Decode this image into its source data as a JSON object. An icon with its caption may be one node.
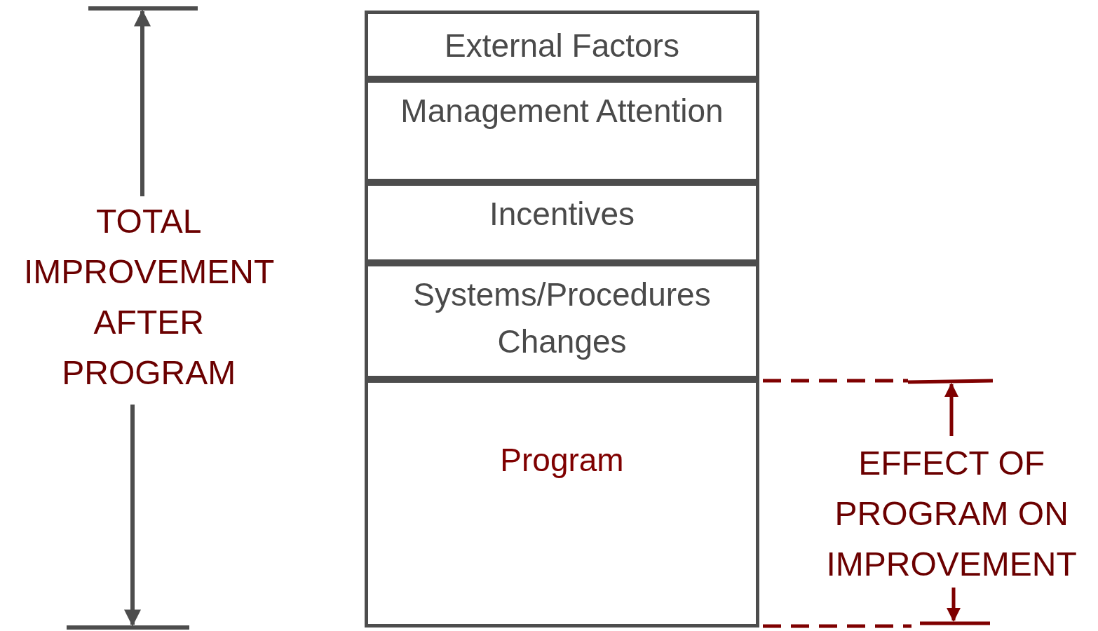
{
  "diagram": {
    "nodes": [
      {
        "text": [
          "External Factors"
        ]
      },
      {
        "text": [
          "Management Attention"
        ]
      },
      {
        "text": [
          "Incentives"
        ]
      },
      {
        "text": [
          "Systems/Procedures Changes"
        ]
      },
      {
        "text": [
          "Program"
        ]
      }
    ],
    "labels": [
      "TOTAL IMPROVEMENT AFTER PROGRAM",
      "EFFECT OF PROGRAM ON IMPROVEMENT"
    ]
  }
}
